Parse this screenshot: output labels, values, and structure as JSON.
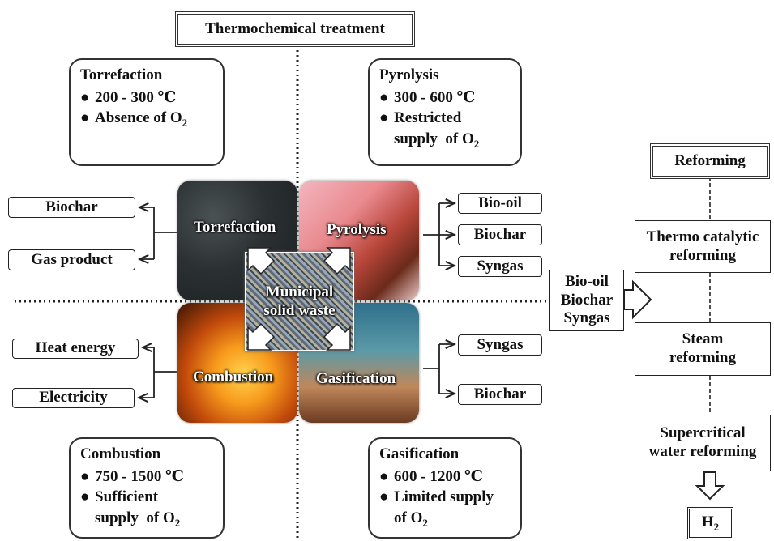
{
  "header": {
    "title": "Thermochemical treatment"
  },
  "cards": {
    "torrefaction": {
      "title": "Torrefaction",
      "line1": "200 - 300 ℃",
      "line2_prefix": "Absence of O",
      "line2_sub": "2"
    },
    "pyrolysis": {
      "title": "Pyrolysis",
      "line1": "300 - 600 ℃",
      "line2": "Restricted",
      "line3_prefix": "supply  of O",
      "line3_sub": "2"
    },
    "combustion": {
      "title": "Combustion",
      "line1": "750 - 1500 ℃",
      "line2": "Sufficient",
      "line3_prefix": "supply  of O",
      "line3_sub": "2"
    },
    "gasification": {
      "title": "Gasification",
      "line1": "600 - 1200 ℃",
      "line2": "Limited supply",
      "line3_prefix": "of O",
      "line3_sub": "2"
    }
  },
  "bullet": "●",
  "quadrants": {
    "torrefaction": "Torrefaction",
    "pyrolysis": "Pyrolysis",
    "combustion": "Combustion",
    "gasification": "Gasification",
    "center_line1": "Municipal",
    "center_line2": "solid waste"
  },
  "products": {
    "torrefaction": [
      "Biochar",
      "Gas product"
    ],
    "pyrolysis": [
      "Bio-oil",
      "Biochar",
      "Syngas"
    ],
    "combustion": [
      "Heat energy",
      "Electricity"
    ],
    "gasification": [
      "Syngas",
      "Biochar"
    ]
  },
  "combined_products": [
    "Bio-oil",
    "Biochar",
    "Syngas"
  ],
  "reforming": {
    "title": "Reforming",
    "steps": [
      {
        "line1": "Thermo catalytic",
        "line2": "reforming"
      },
      {
        "line1": "Steam",
        "line2": "reforming"
      },
      {
        "line1": "Supercritical",
        "line2": "water reforming"
      }
    ],
    "output_prefix": "H",
    "output_sub": "2"
  },
  "colors": {
    "line": "#222222",
    "box_border": "#222222"
  }
}
